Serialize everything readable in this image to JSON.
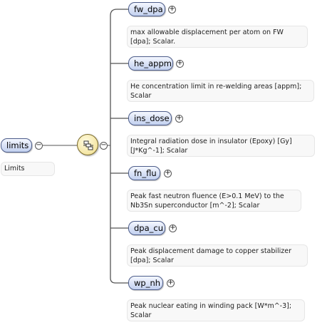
{
  "root": {
    "label": "limits",
    "doc": "Limits"
  },
  "compositor": {
    "icon": "sequence-icon"
  },
  "children": [
    {
      "label": "fw_dpa",
      "doc_lines": [
        "max allowable displacement per atom on FW",
        "[dpa]; Scalar."
      ]
    },
    {
      "label": "he_appm",
      "doc_lines": [
        "He concentration limit in re-welding areas [appm];",
        "Scalar"
      ]
    },
    {
      "label": "ins_dose",
      "doc_lines": [
        "Integral radiation dose in insulator (Epoxy) [Gy]",
        "[J*Kg^-1]; Scalar"
      ]
    },
    {
      "label": "fn_flu",
      "doc_lines": [
        "Peak fast neutron fluence (E>0.1 MeV) to the",
        "Nb3Sn superconductor [m^-2]; Scalar"
      ]
    },
    {
      "label": "dpa_cu",
      "doc_lines": [
        "Peak displacement damage to copper stabilizer",
        "[dpa]; Scalar"
      ]
    },
    {
      "label": "wp_nh",
      "doc_lines": [
        "Peak nuclear eating in winding pack [W*m^-3];",
        "Scalar"
      ]
    }
  ],
  "expanders": {
    "collapse": "−",
    "expand": "+"
  }
}
